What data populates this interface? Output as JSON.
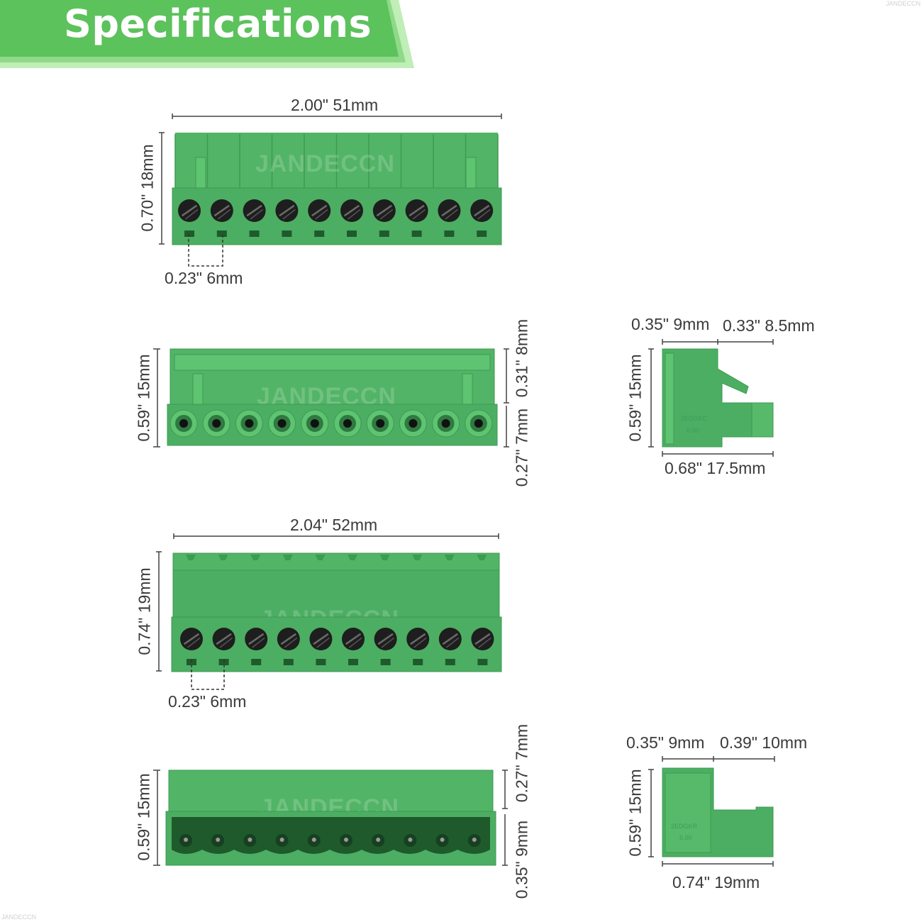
{
  "header": {
    "title": "Specifications"
  },
  "watermark": "JANDECCN",
  "watermark_small": "JANDECCN",
  "colors": {
    "banner": "#5cc25c",
    "banner_shadow": "#a8e4a0",
    "connector": "#4cae62",
    "connector_dark": "#3d9a52",
    "screw": "#1e1e1e"
  },
  "views": {
    "plug_front": {
      "width": "2.00\" 51mm",
      "height": "0.70\" 18mm",
      "pitch": "0.23\" 6mm"
    },
    "plug_bottom": {
      "height": "0.59\" 15mm",
      "upper": "0.31\" 8mm",
      "lower": "0.27\" 7mm"
    },
    "plug_side": {
      "top_left": "0.35\" 9mm",
      "top_right": "0.33\" 8.5mm",
      "height": "0.59\" 15mm",
      "depth": "0.68\" 17.5mm",
      "mark_line1": "2EDGKC",
      "mark_line2": "6.00"
    },
    "header_front": {
      "width": "2.04\" 52mm",
      "height": "0.74\" 19mm",
      "pitch": "0.23\" 6mm"
    },
    "header_bottom": {
      "height": "0.59\" 15mm",
      "upper": "0.27\" 7mm",
      "lower": "0.35\" 9mm"
    },
    "header_side": {
      "top_left": "0.35\" 9mm",
      "top_right": "0.39\" 10mm",
      "height": "0.59\" 15mm",
      "depth": "0.74\" 19mm",
      "mark_line1": "2EDGKR",
      "mark_line2": "6.00"
    }
  }
}
